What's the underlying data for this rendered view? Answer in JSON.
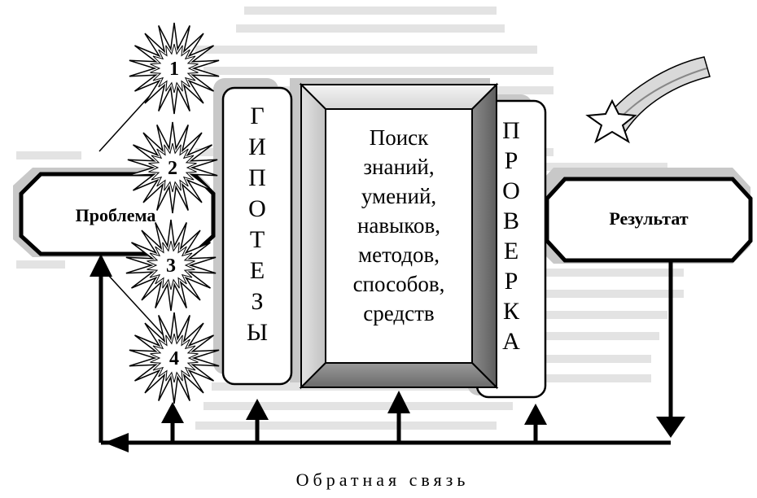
{
  "problem_label": "Проблема",
  "result_label": "Результат",
  "hypotheses_letters": [
    "Г",
    "И",
    "П",
    "О",
    "Т",
    "Е",
    "З",
    "Ы"
  ],
  "search_lines": [
    "Поиск",
    "знаний,",
    "умений,",
    "навыков,",
    "методов,",
    "способов,",
    "средств"
  ],
  "check_letters": [
    "П",
    "Р",
    "О",
    "В",
    "Е",
    "Р",
    "К",
    "А"
  ],
  "star_numbers": [
    "1",
    "2",
    "3",
    "4"
  ],
  "feedback_label": "Обратная связь",
  "icons": [
    "shooting-star-icon",
    "starburst-icon"
  ]
}
